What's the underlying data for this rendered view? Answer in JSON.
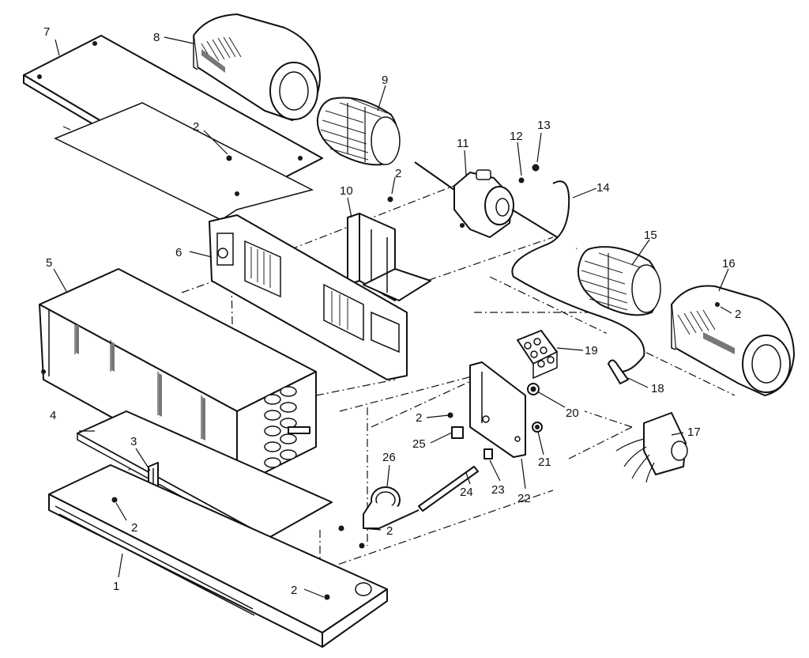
{
  "diagram": {
    "callouts": {
      "c1": "1",
      "c2a": "2",
      "c2b": "2",
      "c2c": "2",
      "c2d": "2",
      "c2e": "2",
      "c2f": "2",
      "c2g": "2",
      "c3": "3",
      "c4": "4",
      "c5": "5",
      "c6": "6",
      "c7": "7",
      "c8": "8",
      "c9": "9",
      "c10": "10",
      "c11": "11",
      "c12": "12",
      "c13": "13",
      "c14": "14",
      "c15": "15",
      "c16": "16",
      "c17": "17",
      "c18": "18",
      "c19": "19",
      "c20": "20",
      "c21": "21",
      "c22": "22",
      "c23": "23",
      "c24": "24",
      "c25": "25",
      "c26": "26"
    }
  }
}
